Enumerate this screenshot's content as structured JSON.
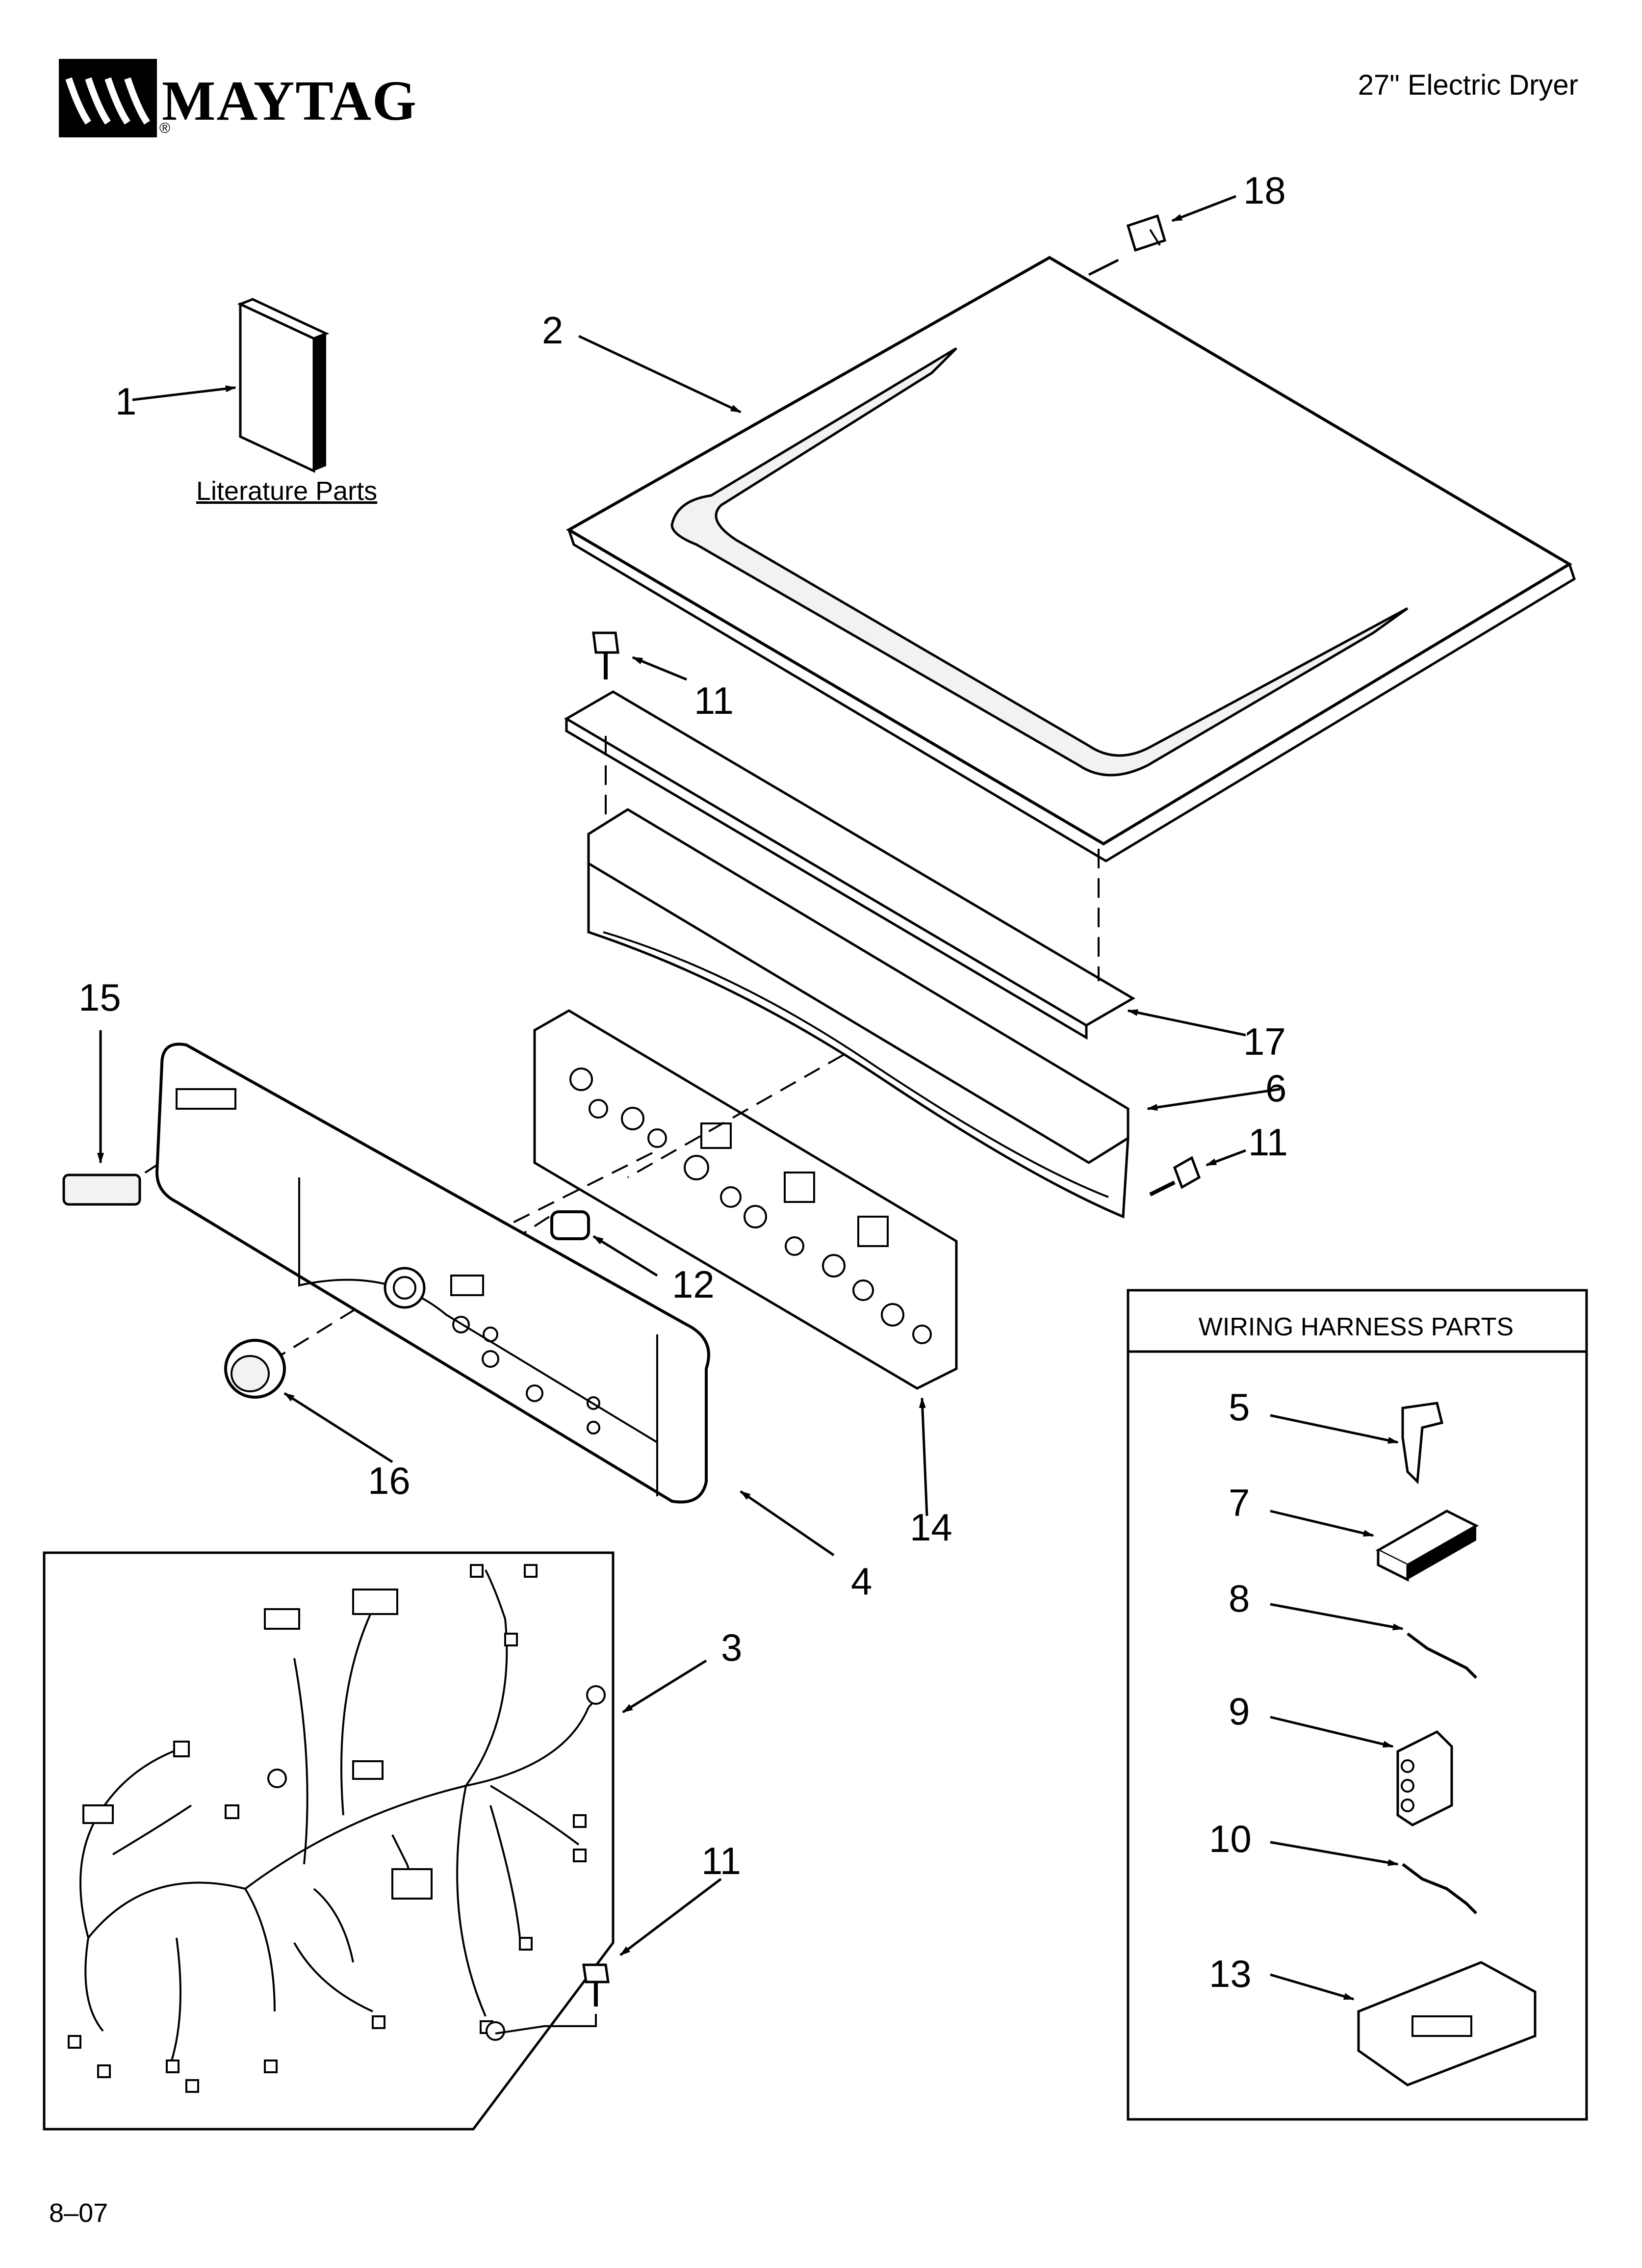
{
  "brand": {
    "name": "MAYTAG",
    "registered": "®"
  },
  "header": {
    "title": "27\" Electric Dryer"
  },
  "footer": {
    "code": "8–07"
  },
  "literature": {
    "label": "Literature Parts"
  },
  "wiring_harness": {
    "title": "WIRING HARNESS PARTS"
  },
  "callouts": {
    "c1": "1",
    "c2": "2",
    "c3": "3",
    "c4": "4",
    "c5": "5",
    "c6": "6",
    "c7": "7",
    "c8": "8",
    "c9": "9",
    "c10": "10",
    "c11a": "11",
    "c11b": "11",
    "c11c": "11",
    "c12": "12",
    "c13": "13",
    "c14": "14",
    "c15": "15",
    "c16": "16",
    "c17": "17",
    "c18": "18"
  }
}
